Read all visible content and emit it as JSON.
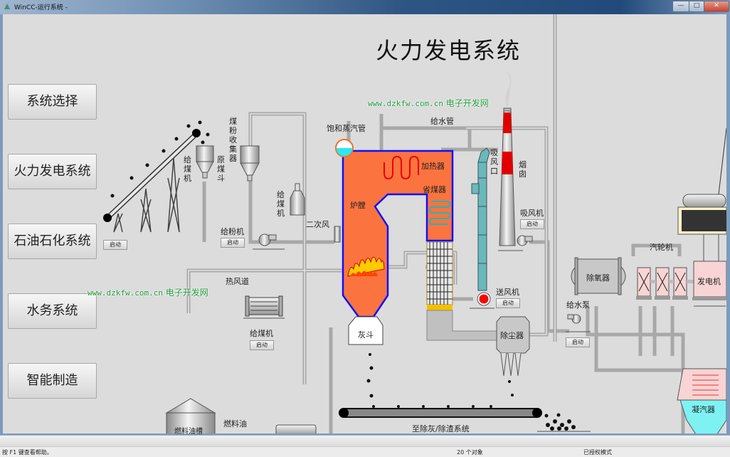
{
  "window": {
    "title": "WinCC-运行系统 -",
    "minimize": "—",
    "maximize": "□",
    "close": "✕"
  },
  "page": {
    "title": "火力发电系统"
  },
  "nav": {
    "items": [
      {
        "label": "系统选择"
      },
      {
        "label": "火力发电系统"
      },
      {
        "label": "石油石化系统"
      },
      {
        "label": "水务系统"
      },
      {
        "label": "智能制造"
      }
    ]
  },
  "watermark": {
    "url": "www.dzkfw.com.cn",
    "name": "电子开发网"
  },
  "labels": {
    "feeder_coal_1": "给煤机",
    "raw_coal_hopper": "原煤斗",
    "pulverized_coal_collector": "煤粉收集器",
    "feeder_coal_2": "给煤机",
    "powder_feeder": "给粉机",
    "secondary_air": "二次风",
    "hot_air_duct": "热风道",
    "feeder_coal_3": "给煤机",
    "saturated_steam_pipe": "饱和蒸汽管",
    "feed_water_pipe": "给水管",
    "heater": "加热器",
    "economizer": "省煤器",
    "furnace": "炉膛",
    "ash_hopper": "灰斗",
    "air_inlet": "吸风口",
    "chimney": "烟囱",
    "induced_fan": "吸风机",
    "forced_fan": "送风机",
    "dust_collector": "除尘器",
    "deaerator": "除氧器",
    "feed_pump": "给水泵",
    "turbine": "汽轮机",
    "generator": "发电机",
    "condenser": "凝汽器",
    "fuel_oil": "燃料油",
    "fuel_oil_tank": "燃料油槽",
    "to_ash_system": "至除灰/除渣系统"
  },
  "buttons": {
    "start": "启动"
  },
  "statusbar": {
    "help": "按 F1 键查看帮助。",
    "objects": "20 个对象",
    "mode": "已授权模式"
  },
  "colors": {
    "furnace_fill": "#fb7440",
    "furnace_border": "#1010ff",
    "chimney_red": "#e00000",
    "pipe_gray": "#b4b4b4",
    "drum_water": "#2ee6ee",
    "economizer_coil": "#28b4b4",
    "duct_teal": "#6cb8b8",
    "turbine_pink": "#f8d4d4",
    "condenser_cyan": "#7ef2f2",
    "watermark_green": "#1e9c3a"
  }
}
